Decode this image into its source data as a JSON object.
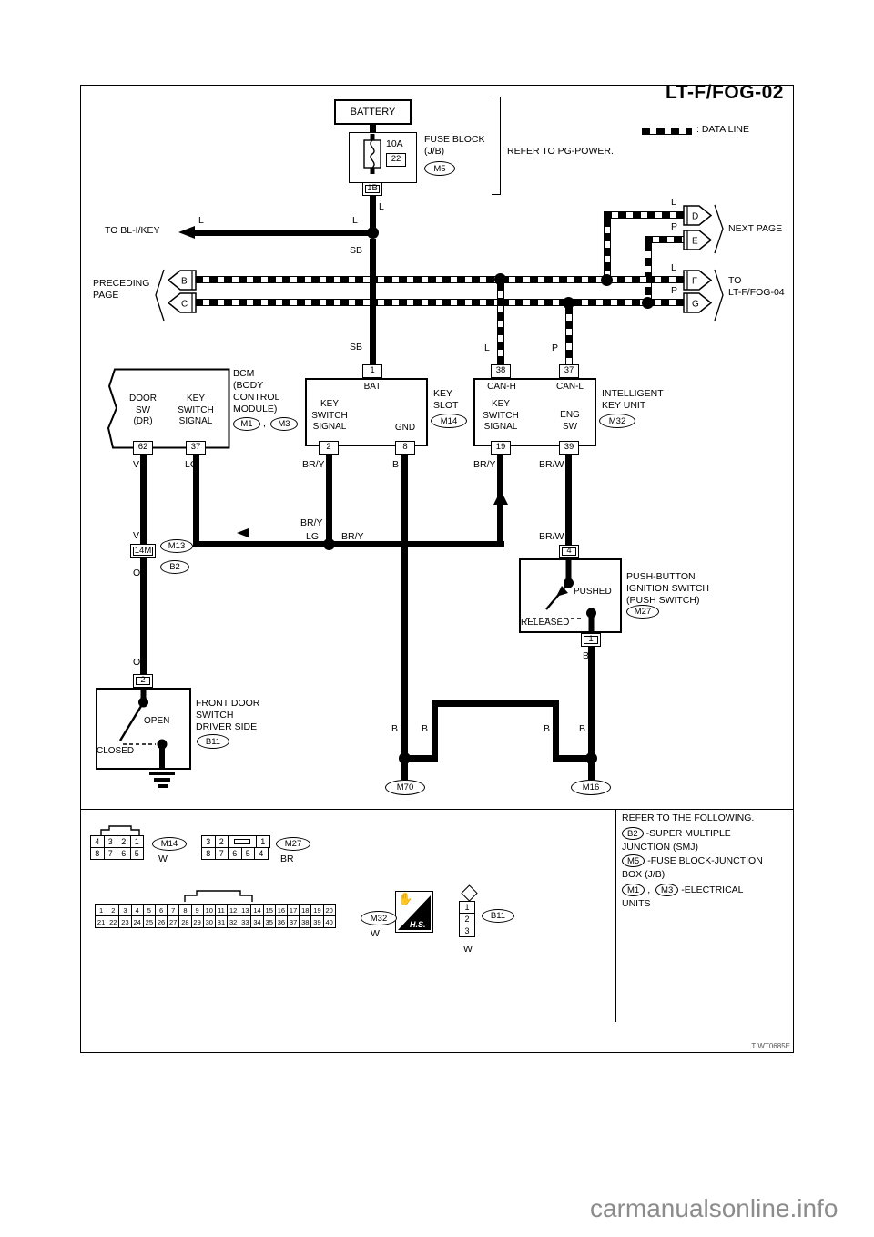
{
  "page": {
    "title": "LT-F/FOG-02",
    "figure_code": "TIWT0685E",
    "watermark": "carmanualsonline.info"
  },
  "legend": {
    "data_line": ": DATA LINE"
  },
  "battery": {
    "label": "BATTERY"
  },
  "fuse": {
    "amp": "10A",
    "number": "22",
    "block_name": "FUSE BLOCK\n(J/B)",
    "ref": "M5",
    "note": "REFER TO PG-POWER.",
    "terminal": "1B"
  },
  "top_wires": {
    "l_out": "L",
    "to_bl_key": "TO BL-I/KEY",
    "l_left": "L",
    "l_right": "L",
    "sb_upper": "SB",
    "sb_lower": "SB"
  },
  "page_refs": {
    "next_page": "NEXT PAGE",
    "next_l": "L",
    "next_p": "P",
    "arrow_d": "D",
    "arrow_e": "E",
    "preceding": "PRECEDING\nPAGE",
    "arrow_b": "B",
    "arrow_c": "C",
    "to_fog04": "TO\nLT-F/FOG-04",
    "bus_l": "L",
    "bus_p": "P",
    "arrow_f": "F",
    "arrow_g": "G",
    "canh_l": "L",
    "canl_p": "P"
  },
  "bcm": {
    "door_sw": "DOOR\nSW\n(DR)",
    "key_switch_signal": "KEY\nSWITCH\nSIGNAL",
    "name": "BCM\n(BODY\nCONTROL\nMODULE)",
    "ref1": "M1",
    "comma": ",",
    "ref2": "M3",
    "term_door": "62",
    "term_key": "37",
    "wire_v": "V",
    "wire_lg": "LG"
  },
  "key_slot": {
    "term_bat": "1",
    "bat": "BAT",
    "signal": "KEY\nSWITCH\nSIGNAL",
    "gnd": "GND",
    "name": "KEY\nSLOT",
    "ref": "M14",
    "term_signal": "2",
    "term_gnd": "8",
    "wire_signal": "BR/Y",
    "wire_gnd": "B"
  },
  "iku": {
    "term_canh": "38",
    "term_canl": "37",
    "canh": "CAN-H",
    "canl": "CAN-L",
    "signal": "KEY\nSWITCH\nSIGNAL",
    "eng_sw": "ENG\nSW",
    "name": "INTELLIGENT\nKEY UNIT",
    "ref": "M32",
    "term_signal": "19",
    "term_eng": "39",
    "wire_signal": "BR/Y",
    "wire_eng": "BR/W"
  },
  "mid_wires": {
    "v": "V",
    "term_14m": "14M",
    "ref_m13": "M13",
    "ref_b2": "B2",
    "o_upper": "O",
    "o_lower": "O",
    "bry_vert": "BR/Y",
    "lg": "LG",
    "bry": "BR/Y",
    "brw": "BR/W"
  },
  "push_switch": {
    "term_top": "4",
    "pushed": "PUSHED",
    "released": "RELEASED",
    "name": "PUSH-BUTTON\nIGNITION SWITCH\n(PUSH SWITCH)",
    "ref": "M27",
    "term_bottom": "1",
    "wire_b": "B"
  },
  "door_switch": {
    "term": "2",
    "open": "OPEN",
    "closed": "CLOSED",
    "name": "FRONT DOOR\nSWITCH\nDRIVER SIDE",
    "ref": "B11"
  },
  "ground": {
    "b1": "B",
    "b2": "B",
    "b3": "B",
    "b4": "B",
    "m70": "M70",
    "m16": "M16"
  },
  "footer": {
    "refer": "REFER TO THE FOLLOWING.",
    "b2_ref": "B2",
    "b2_text": "-SUPER MULTIPLE JUNCTION (SMJ)",
    "m5_ref": "M5",
    "m5_text": "-FUSE BLOCK-JUNCTION BOX (J/B)",
    "m1_ref": "M1",
    "comma": ",",
    "m3_ref": "M3",
    "m1m3_text": "-ELECTRICAL UNITS"
  },
  "connector_views": {
    "hs": "H.S.",
    "m14": {
      "row1": [
        "4",
        "3",
        "2",
        "1"
      ],
      "row2": [
        "8",
        "7",
        "6",
        "5"
      ],
      "ref": "M14",
      "color": "W"
    },
    "m27": {
      "row1": [
        "3",
        "2",
        "1"
      ],
      "row2": [
        "8",
        "7",
        "6",
        "5",
        "4"
      ],
      "ref": "M27",
      "color": "BR"
    },
    "m32": {
      "row1": [
        "1",
        "2",
        "3",
        "4",
        "5",
        "6",
        "7",
        "8",
        "9",
        "10",
        "11",
        "12",
        "13",
        "14",
        "15",
        "16",
        "17",
        "18",
        "19",
        "20"
      ],
      "row2": [
        "21",
        "22",
        "23",
        "24",
        "25",
        "26",
        "27",
        "28",
        "29",
        "30",
        "31",
        "32",
        "33",
        "34",
        "35",
        "36",
        "37",
        "38",
        "39",
        "40"
      ],
      "ref": "M32",
      "color": "W"
    },
    "b11": {
      "pins": [
        "1",
        "2",
        "3"
      ],
      "ref": "B11",
      "color": "W"
    }
  }
}
